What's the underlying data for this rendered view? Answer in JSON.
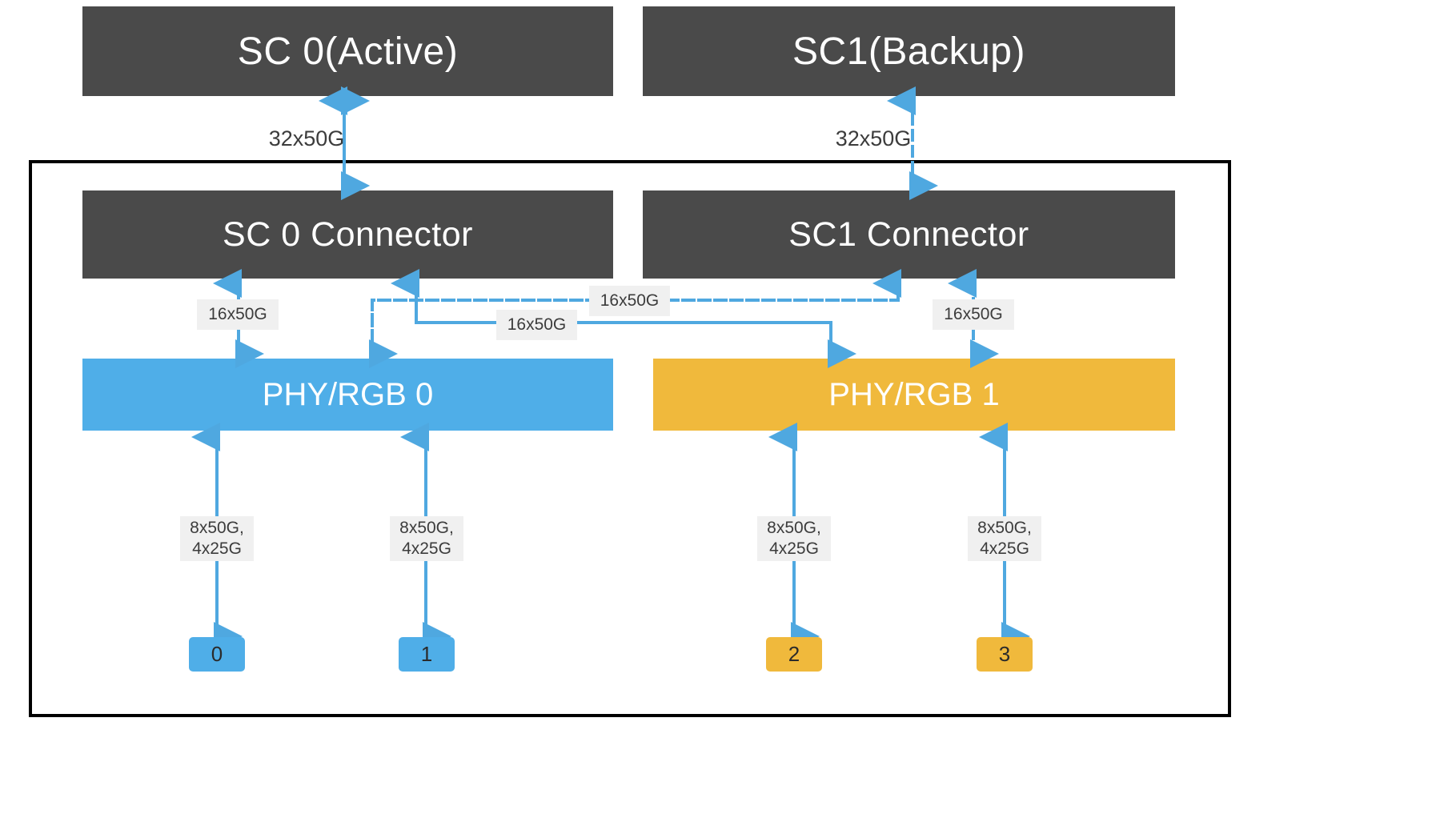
{
  "diagram": {
    "title": "SC / PHY-RGB interconnect block diagram",
    "colors": {
      "dark_box": "#4a4a4a",
      "phy0_blue": "#4FAEE8",
      "phy1_amber": "#F0B93C",
      "wire_blue": "#4FA8E0",
      "label_bg": "#f0f0f0",
      "frame_border": "#000000",
      "text_dark": "#3c3c3c"
    },
    "top_boxes": [
      {
        "id": "sc0",
        "label": "SC 0(Active)"
      },
      {
        "id": "sc1",
        "label": "SC1(Backup)"
      }
    ],
    "top_links": [
      {
        "id": "sc0-link",
        "label": "32x50G",
        "style": "solid",
        "from": "SC 0(Active)",
        "to": "SC 0 Connector"
      },
      {
        "id": "sc1-link",
        "label": "32x50G",
        "style": "dashed",
        "from": "SC1(Backup)",
        "to": "SC1 Connector"
      }
    ],
    "connector_boxes": [
      {
        "id": "sc0-connector",
        "label": "SC 0 Connector"
      },
      {
        "id": "sc1-connector",
        "label": "SC1 Connector"
      }
    ],
    "phy_boxes": [
      {
        "id": "phy0",
        "label": "PHY/RGB 0",
        "color": "#4FAEE8"
      },
      {
        "id": "phy1",
        "label": "PHY/RGB 1",
        "color": "#F0B93C"
      }
    ],
    "connector_links": [
      {
        "id": "sc0-phy0",
        "label": "16x50G",
        "style": "solid",
        "from": "SC 0 Connector",
        "to": "PHY/RGB 0"
      },
      {
        "id": "sc1-phy0",
        "label": "16x50G",
        "style": "dashed",
        "from": "PHY/RGB 0",
        "to": "SC1 Connector"
      },
      {
        "id": "sc0-phy1",
        "label": "16x50G",
        "style": "solid",
        "from": "SC 0 Connector",
        "to": "PHY/RGB 1"
      },
      {
        "id": "sc1-phy1",
        "label": "16x50G",
        "style": "dashed",
        "from": "PHY/RGB 1",
        "to": "SC1 Connector"
      }
    ],
    "port_links": [
      {
        "id": "phy0-port0",
        "label": "8x50G,\n4x25G",
        "style": "solid"
      },
      {
        "id": "phy0-port1",
        "label": "8x50G,\n4x25G",
        "style": "solid"
      },
      {
        "id": "phy1-port2",
        "label": "8x50G,\n4x25G",
        "style": "solid"
      },
      {
        "id": "phy1-port3",
        "label": "8x50G,\n4x25G",
        "style": "solid"
      }
    ],
    "ports": [
      {
        "id": "port-0",
        "label": "0",
        "color": "#4FAEE8"
      },
      {
        "id": "port-1",
        "label": "1",
        "color": "#4FAEE8"
      },
      {
        "id": "port-2",
        "label": "2",
        "color": "#F0B93C"
      },
      {
        "id": "port-3",
        "label": "3",
        "color": "#F0B93C"
      }
    ]
  }
}
